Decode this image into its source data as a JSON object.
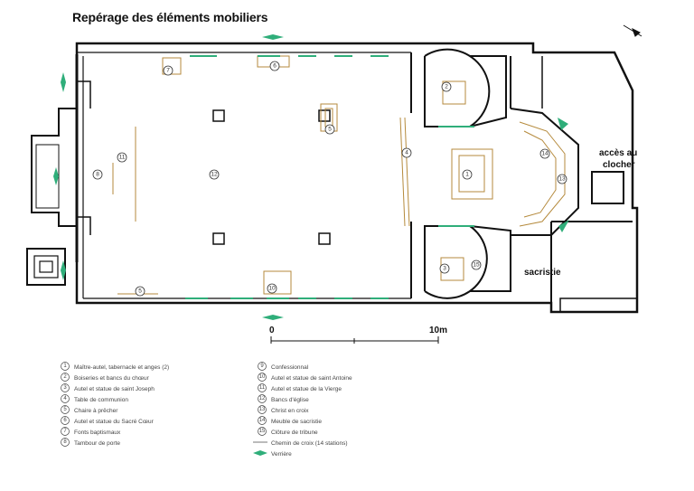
{
  "title": "Repérage des éléments mobiliers",
  "labels": {
    "acces_line1": "accès au",
    "acces_line2": "clocher",
    "sacristie": "sacristie",
    "scale_start": "0",
    "scale_end": "10m"
  },
  "markers": [
    {
      "n": "1"
    },
    {
      "n": "2"
    },
    {
      "n": "3"
    },
    {
      "n": "4"
    },
    {
      "n": "5"
    },
    {
      "n": "5"
    },
    {
      "n": "6"
    },
    {
      "n": "7"
    },
    {
      "n": "8"
    },
    {
      "n": "10"
    },
    {
      "n": "11"
    },
    {
      "n": "12"
    },
    {
      "n": "13"
    },
    {
      "n": "14"
    },
    {
      "n": "15"
    },
    {
      "n": "11"
    }
  ],
  "legend_left": [
    {
      "n": "1",
      "text": "Maître-autel, tabernacle et anges (2)"
    },
    {
      "n": "2",
      "text": "Boiseries et bancs du chœur"
    },
    {
      "n": "3",
      "text": "Autel et statue de saint Joseph"
    },
    {
      "n": "4",
      "text": "Table de communion"
    },
    {
      "n": "5",
      "text": "Chaire à prêcher"
    },
    {
      "n": "6",
      "text": "Autel et statue du Sacré Cœur"
    },
    {
      "n": "7",
      "text": "Fonts baptismaux"
    },
    {
      "n": "8",
      "text": "Tambour de porte"
    }
  ],
  "legend_right": [
    {
      "n": "9",
      "text": "Confessionnal"
    },
    {
      "n": "10",
      "text": "Autel et statue de saint Antoine"
    },
    {
      "n": "11",
      "text": "Autel et statue de la Vierge"
    },
    {
      "n": "12",
      "text": "Bancs d'église"
    },
    {
      "n": "13",
      "text": "Christ en croix"
    },
    {
      "n": "14",
      "text": "Meuble de sacristie"
    },
    {
      "n": "15",
      "text": "Clôture de tribune"
    }
  ],
  "legend_lines": [
    {
      "text": "Chemin de croix (14 stations)"
    },
    {
      "text": "Verrière"
    }
  ],
  "colors": {
    "wall": "#111111",
    "furniture": "#b58a3c",
    "window": "#2fae7a",
    "hatch": "#999999"
  }
}
